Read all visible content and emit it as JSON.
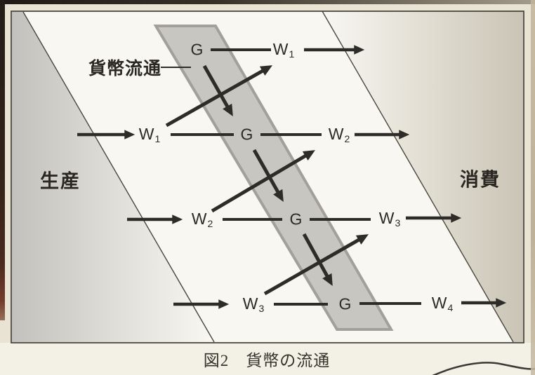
{
  "figure": {
    "caption": "図2　貨幣の流通",
    "left_region_label": "生産",
    "right_region_label": "消費",
    "band_label": "貨幣流通"
  },
  "rows": [
    {
      "cells": [
        {
          "base": "G",
          "sub": ""
        },
        {
          "base": "W",
          "sub": "1"
        }
      ]
    },
    {
      "cells": [
        {
          "base": "W",
          "sub": "1"
        },
        {
          "base": "G",
          "sub": ""
        },
        {
          "base": "W",
          "sub": "2"
        }
      ]
    },
    {
      "cells": [
        {
          "base": "W",
          "sub": "2"
        },
        {
          "base": "G",
          "sub": ""
        },
        {
          "base": "W",
          "sub": "3"
        }
      ]
    },
    {
      "cells": [
        {
          "base": "W",
          "sub": "3"
        },
        {
          "base": "G",
          "sub": ""
        },
        {
          "base": "W",
          "sub": "4"
        }
      ]
    }
  ],
  "colors": {
    "ink": "#2e2c28",
    "band_fill": "#c8c6c0",
    "band_edge": "#a2a099",
    "page_margin": "#e9e3d3"
  }
}
